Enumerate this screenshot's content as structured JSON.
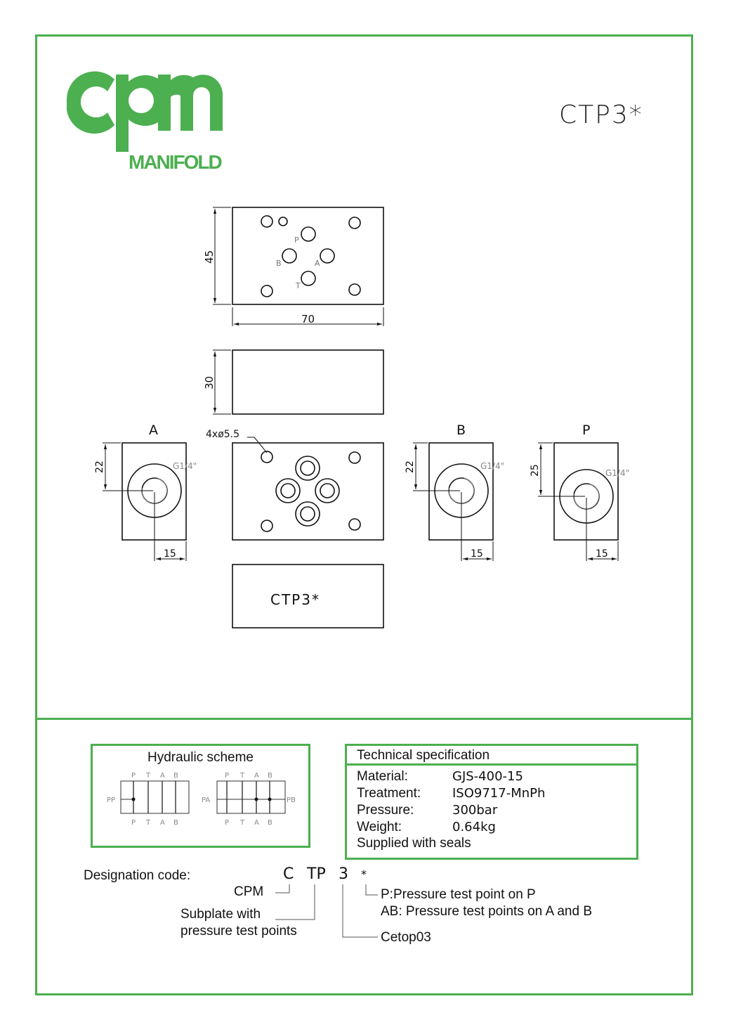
{
  "header": {
    "title": "CTP3*"
  },
  "logo": {
    "text": "cpm",
    "subtext": "MANIFOLD",
    "color": "#4caf50"
  },
  "drawing": {
    "top_view_ports": {
      "p": "P",
      "a": "A",
      "b": "B",
      "t": "T"
    },
    "dim_height_top": "45",
    "dim_width": "70",
    "dim_height_side": "30",
    "hole_callout": "4xø5.5",
    "view_a": {
      "label": "A",
      "dim_v": "22",
      "dim_h": "15",
      "thread": "G1/4\""
    },
    "view_b": {
      "label": "B",
      "dim_v": "22",
      "dim_h": "15",
      "thread": "G1/4\""
    },
    "view_p": {
      "label": "P",
      "dim_v": "25",
      "dim_h": "15",
      "thread": "G1/4\""
    },
    "bottom_label": "CTP3*"
  },
  "hydraulic_scheme": {
    "title": "Hydraulic scheme",
    "left": {
      "top_ports": [
        "P",
        "T",
        "A",
        "B"
      ],
      "bottom_ports": [
        "P",
        "T",
        "A",
        "B"
      ],
      "side_label": "PP"
    },
    "right": {
      "top_ports": [
        "P",
        "T",
        "A",
        "B"
      ],
      "bottom_ports": [
        "P",
        "T",
        "A",
        "B"
      ],
      "left_label": "PA",
      "right_label": "PB"
    }
  },
  "tech_spec": {
    "title": "Technical specification",
    "rows": [
      {
        "key": "Material:",
        "value": "GJS-400-15"
      },
      {
        "key": "Treatment:",
        "value": "ISO9717-MnPh"
      },
      {
        "key": "Pressure:",
        "value": "300bar"
      },
      {
        "key": "Weight:",
        "value": "0.64kg"
      }
    ],
    "note": "Supplied with seals"
  },
  "designation": {
    "label": "Designation code:",
    "code_parts": [
      "C",
      "TP",
      "3",
      "*"
    ],
    "cpm": "CPM",
    "subplate_line1": "Subplate with",
    "subplate_line2": "pressure test points",
    "cetop": "Cetop03",
    "option_p": "P:Pressure test point on P",
    "option_ab": "AB: Pressure test points on A and B"
  }
}
